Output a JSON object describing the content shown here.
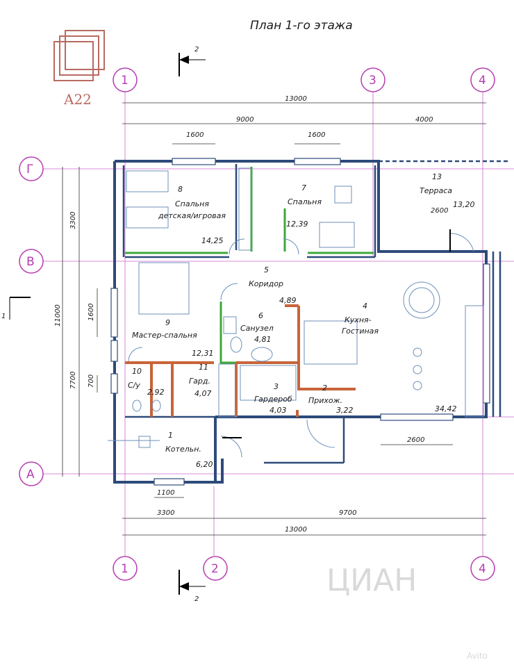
{
  "title": "План 1-го этажа",
  "logo": {
    "text": "A22",
    "color": "#b86a60"
  },
  "section_marks": {
    "top": "2",
    "bottom": "2",
    "left": "1"
  },
  "axes": {
    "top": [
      "1",
      "3",
      "4"
    ],
    "bottom": [
      "1",
      "2",
      "4"
    ],
    "left": [
      "Г",
      "В",
      "А"
    ]
  },
  "dimensions": {
    "top_total": "13000",
    "top_left": "9000",
    "top_right": "4000",
    "top_window_1": "1600",
    "top_window_2": "1600",
    "bottom_left": "3300",
    "bottom_right": "9700",
    "bottom_total": "13000",
    "bottom_window": "1100",
    "bottom_window_2": "2600",
    "terrace_window": "2600",
    "left_outer": "11000",
    "left_top": "3300",
    "left_bottom": "7700",
    "left_win_1": "1600",
    "left_win_2": "700"
  },
  "rooms": [
    {
      "num": "1",
      "name": "Котельн.",
      "area": "6,20"
    },
    {
      "num": "2",
      "name": "Прихож.",
      "area": "3,22"
    },
    {
      "num": "3",
      "name": "Гардероб",
      "area": "4,03"
    },
    {
      "num": "4",
      "name": "Кухня-",
      "name2": "Гостиная",
      "area": "34,42"
    },
    {
      "num": "5",
      "name": "Коридор",
      "area": "4,89"
    },
    {
      "num": "6",
      "name": "Санузел",
      "area": "4,81"
    },
    {
      "num": "7",
      "name": "Спальня",
      "area": "12,39"
    },
    {
      "num": "8",
      "name": "Спальня",
      "name2": "детская/игровая",
      "area": "14,25"
    },
    {
      "num": "9",
      "name": "Мастер-спальня",
      "area": "12,31"
    },
    {
      "num": "10",
      "name": "С/у",
      "area": "2,92"
    },
    {
      "num": "11",
      "name": "Гард.",
      "area": "4,07"
    },
    {
      "num": "13",
      "name": "Терраса",
      "area": "13,20"
    }
  ],
  "watermarks": {
    "cian": "ЦИАН",
    "avito": "Avito"
  },
  "colors": {
    "wall": "#2d4a7a",
    "partition": "#c8643a",
    "accent": "#b63bb0",
    "green": "#3ea83a"
  }
}
